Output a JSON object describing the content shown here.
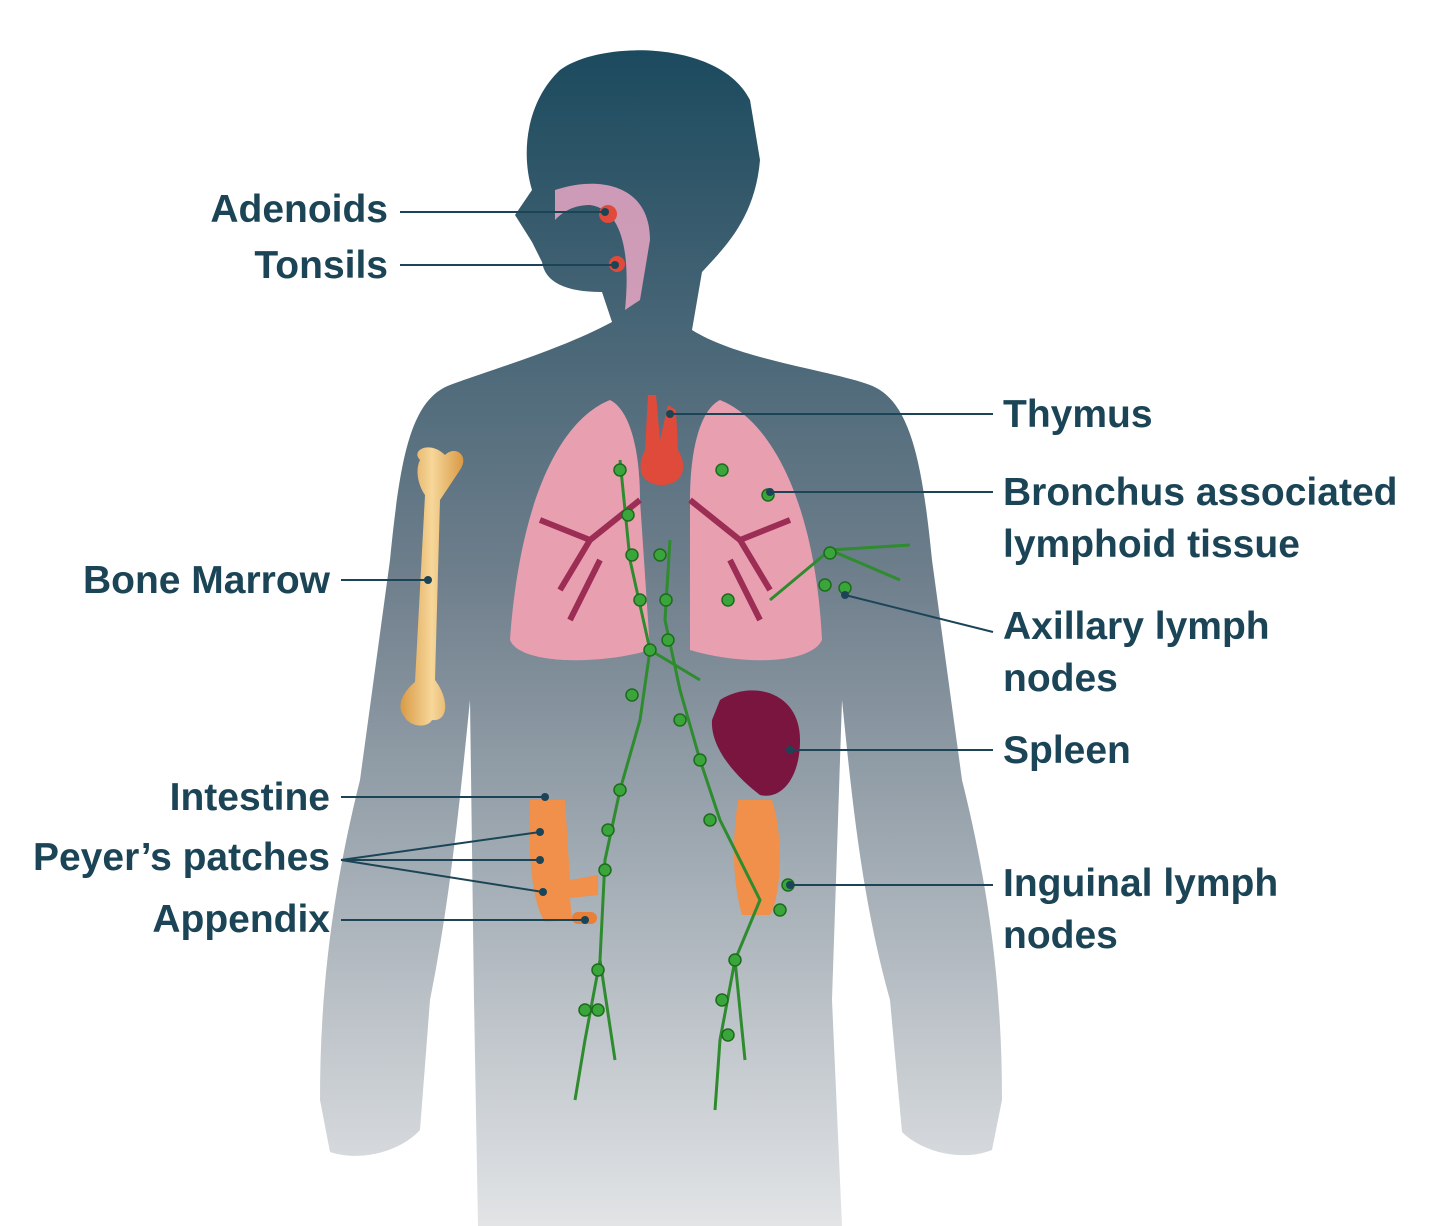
{
  "labels": {
    "adenoids": "Adenoids",
    "tonsils": "Tonsils",
    "bone_marrow": "Bone Marrow",
    "intestine": "Intestine",
    "peyers_patches": "Peyer’s patches",
    "appendix": "Appendix",
    "thymus": "Thymus",
    "bronchus_line1": "Bronchus associated",
    "bronchus_line2": "lymphoid tissue",
    "axillary_line1": "Axillary lymph",
    "axillary_line2": "nodes",
    "spleen": "Spleen",
    "inguinal_line1": "Inguinal lymph",
    "inguinal_line2": "nodes"
  },
  "colors": {
    "label_text": "#1b4556",
    "silhouette_top": "#1c4a5e",
    "silhouette_bottom": "#e2e4e6",
    "lungs": "#e8a0b0",
    "thymus": "#e04a3a",
    "bone": "#f0c47a",
    "spleen": "#7a1540",
    "intestine": "#f0904a",
    "lymph": "#2e8b2e"
  }
}
